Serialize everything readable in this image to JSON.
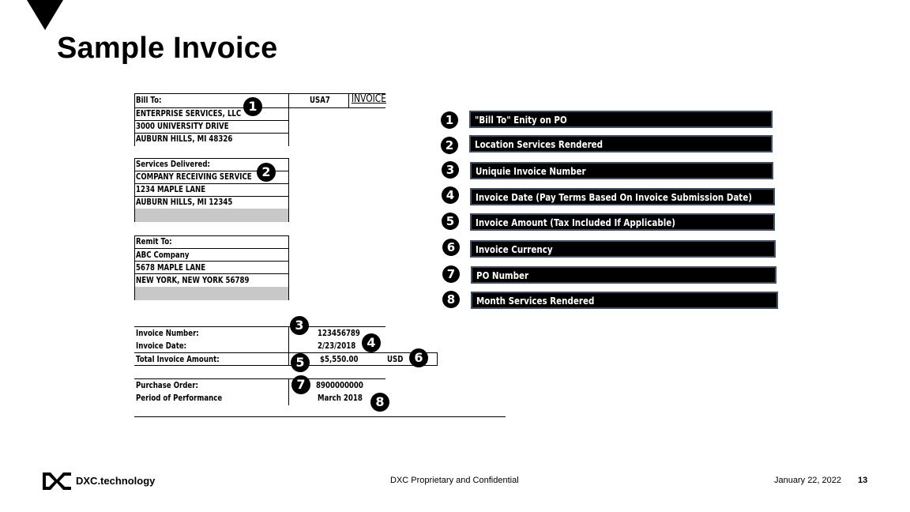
{
  "slide": {
    "title": "Sample Invoice"
  },
  "invoice": {
    "bill_to": {
      "label": "Bill To:",
      "lines": [
        "ENTERPRISE SERVICES, LLC",
        "3000 UNIVERSITY DRIVE",
        "AUBURN HILLS, MI 48326"
      ]
    },
    "code": "USA7",
    "heading": "INVOICE",
    "services_delivered": {
      "label": "Services Delivered:",
      "lines": [
        "COMPANY RECEIVING SERVICE",
        "1234 MAPLE LANE",
        "AUBURN HILLS, MI 12345"
      ]
    },
    "remit_to": {
      "label": "Remit To:",
      "lines": [
        "ABC Company",
        "5678 MAPLE LANE",
        "NEW YORK, NEW YORK 56789"
      ]
    },
    "invoice_number_label": "Invoice Number:",
    "invoice_number": "123456789",
    "invoice_date_label": "Invoice Date:",
    "invoice_date": "2/23/2018",
    "total_label": "Total Invoice Amount:",
    "total_amount": "$5,550.00",
    "currency": "USD",
    "po_label": "Purchase Order:",
    "po_number": "8900000000",
    "period_label": "Period of Performance",
    "period": "March 2018"
  },
  "badges": [
    "1",
    "2",
    "3",
    "4",
    "5",
    "6",
    "7",
    "8"
  ],
  "legend": [
    {
      "num": "1",
      "text": "\"Bill To\" Enity on PO"
    },
    {
      "num": "2",
      "text": "Location Services Rendered"
    },
    {
      "num": "3",
      "text": "Uniquie Invoice Number"
    },
    {
      "num": "4",
      "text": "Invoice Date (Pay Terms Based On Invoice Submission Date)"
    },
    {
      "num": "5",
      "text": "Invoice Amount (Tax Included If Applicable)"
    },
    {
      "num": "6",
      "text": "Invoice Currency"
    },
    {
      "num": "7",
      "text": "PO Number"
    },
    {
      "num": "8",
      "text": "Month Services Rendered"
    }
  ],
  "footer": {
    "logo_text": "DXC.technology",
    "confidential": "DXC Proprietary and Confidential",
    "date": "January 22, 2022",
    "page": "13"
  }
}
